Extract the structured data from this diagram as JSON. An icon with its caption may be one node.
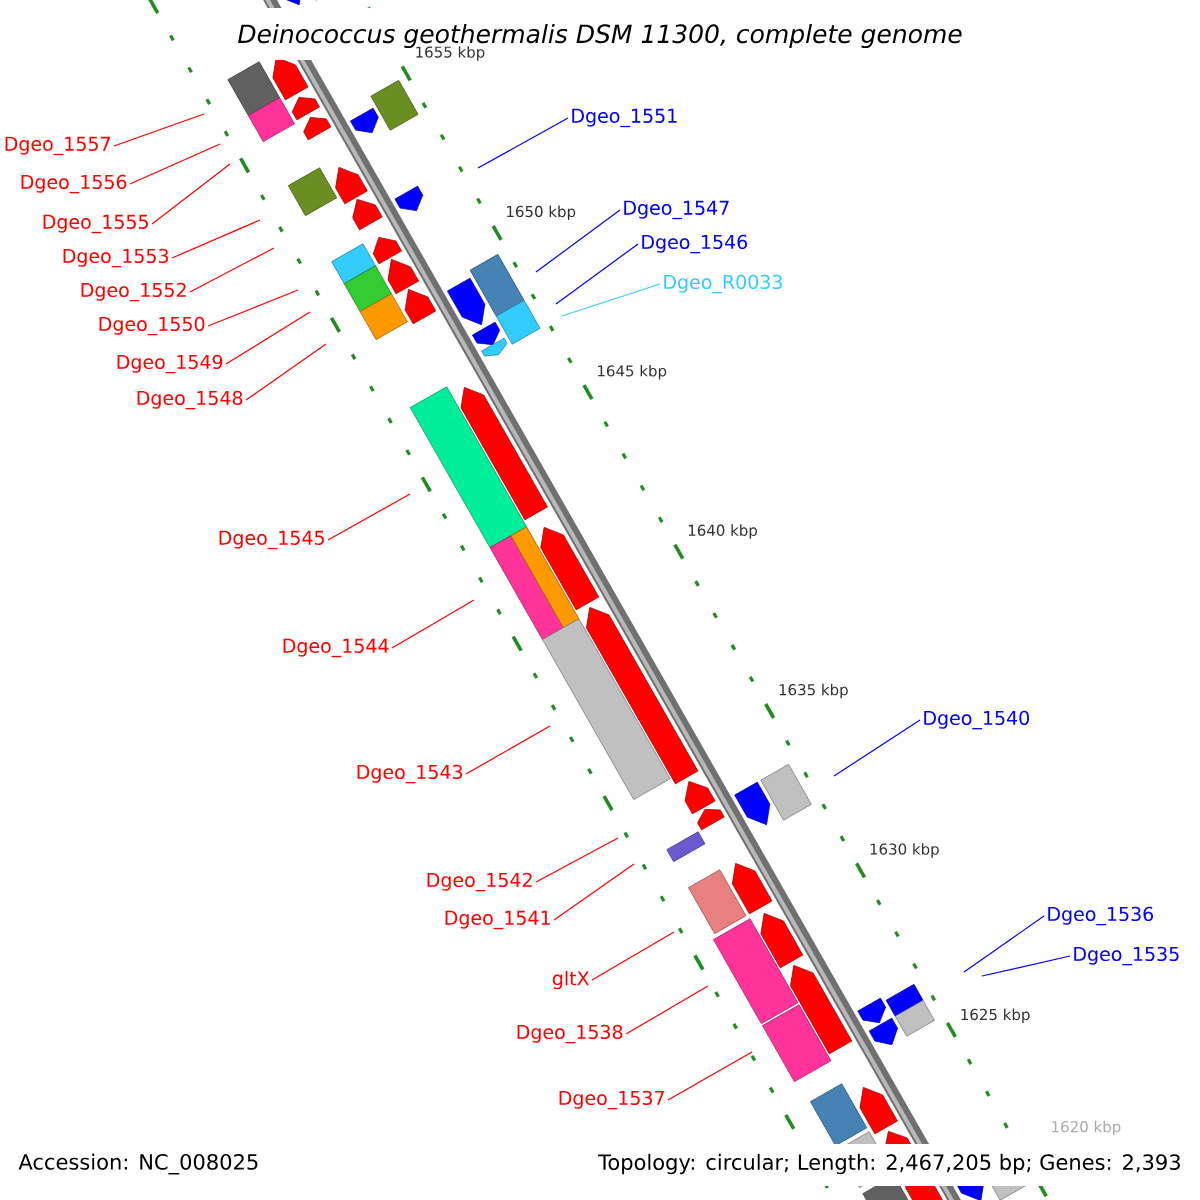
{
  "diagram": {
    "title": "Deinococcus geothermalis DSM 11300, complete genome",
    "nodes": [
      {
        "text": [
          "Dgeo_1551"
        ]
      },
      {
        "text": [
          "Dgeo_1557"
        ]
      },
      {
        "text": [
          "Dgeo_1556"
        ]
      },
      {
        "text": [
          "Dgeo_1547"
        ]
      },
      {
        "text": [
          "Dgeo_1555"
        ]
      },
      {
        "text": [
          "Dgeo_1546"
        ]
      },
      {
        "text": [
          "Dgeo_1553"
        ]
      },
      {
        "text": [
          "Dgeo_R0033"
        ]
      },
      {
        "text": [
          "Dgeo_1552"
        ]
      },
      {
        "text": [
          "Dgeo_1550"
        ]
      },
      {
        "text": [
          "Dgeo_1549"
        ]
      },
      {
        "text": [
          "Dgeo_1548"
        ]
      },
      {
        "text": [
          "Dgeo_1545"
        ]
      },
      {
        "text": [
          "Dgeo_1544"
        ]
      },
      {
        "text": [
          "Dgeo_1540"
        ]
      },
      {
        "text": [
          "Dgeo_1543"
        ]
      },
      {
        "text": [
          "Dgeo_1542"
        ]
      },
      {
        "text": [
          "Dgeo_1536"
        ]
      },
      {
        "text": [
          "Dgeo_1541"
        ]
      },
      {
        "text": [
          "Dgeo_1535"
        ]
      },
      {
        "text": [
          "gltX"
        ]
      },
      {
        "text": [
          "Dgeo_1538"
        ]
      },
      {
        "text": [
          "Dgeo_1537"
        ]
      }
    ],
    "edges": [
      {
        "from": 0,
        "to": null,
        "arrow": "none",
        "color": "#0000ff"
      },
      {
        "from": 1,
        "to": null,
        "arrow": "none"
      },
      {
        "from": 2,
        "to": null,
        "arrow": "none"
      },
      {
        "from": 3,
        "to": null,
        "arrow": "none",
        "color": "#0000ff"
      },
      {
        "from": 4,
        "to": null,
        "arrow": "none"
      },
      {
        "from": 5,
        "to": null,
        "arrow": "none",
        "color": "#0000ff"
      },
      {
        "from": 6,
        "to": null,
        "arrow": "none"
      },
      {
        "from": 7,
        "to": null,
        "arrow": "none",
        "color": "#33ccff"
      },
      {
        "from": 8,
        "to": null,
        "arrow": "none"
      },
      {
        "from": 9,
        "to": null,
        "arrow": "none"
      },
      {
        "from": 10,
        "to": null,
        "arrow": "none"
      },
      {
        "from": 11,
        "to": null,
        "arrow": "none"
      },
      {
        "from": 12,
        "to": null,
        "arrow": "none"
      },
      {
        "from": 13,
        "to": null,
        "arrow": "none"
      },
      {
        "from": 14,
        "to": null,
        "arrow": "none",
        "color": "#0000ff"
      },
      {
        "from": 15,
        "to": null,
        "arrow": "none"
      },
      {
        "from": 16,
        "to": null,
        "arrow": "none"
      },
      {
        "from": 17,
        "to": null,
        "arrow": "none",
        "color": "#0000ff"
      },
      {
        "from": 18,
        "to": null,
        "arrow": "none"
      },
      {
        "from": 19,
        "to": null,
        "arrow": "none",
        "color": "#0000ff"
      },
      {
        "from": 20,
        "to": null,
        "arrow": "none"
      },
      {
        "from": 21,
        "to": null,
        "arrow": "none"
      },
      {
        "from": 22,
        "to": null,
        "arrow": "none"
      }
    ],
    "labels": [
      "1655 kbp",
      "1650 kbp",
      "1645 kbp",
      "1640 kbp",
      "1635 kbp",
      "1630 kbp",
      "1625 kbp",
      "1620 kbp",
      "Accession: NC_008025",
      "Topology: circular; Length: 2,467,205 bp; Genes: 2,393"
    ]
  }
}
